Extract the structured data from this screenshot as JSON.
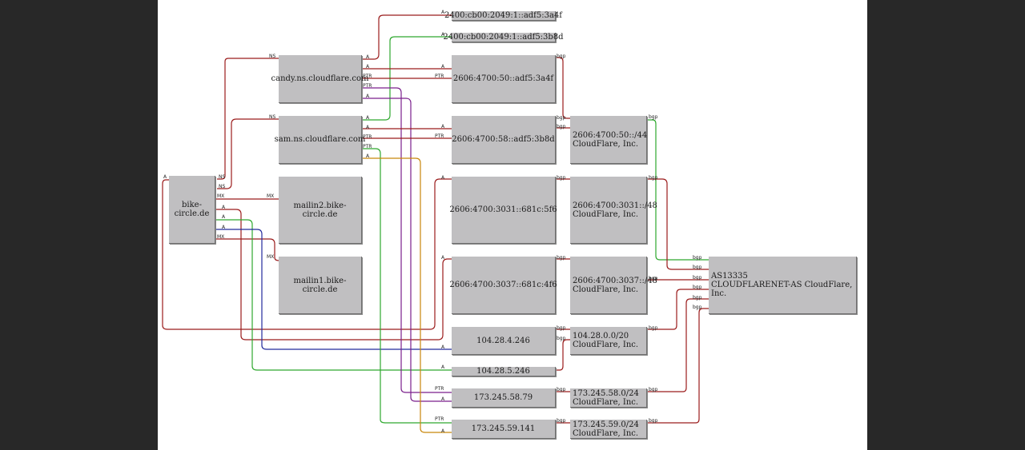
{
  "window": {
    "title": "bike-circle.de"
  },
  "nodes": {
    "bike_circle": "bike-circle.de",
    "candy_ns": "candy.ns.cloudflare.com",
    "sam_ns": "sam.ns.cloudflare.com",
    "mailin2": "mailin2.bike-circle.de",
    "mailin1": "mailin1.bike-circle.de",
    "ipv6_candy_apnic": "2400:cb00:2049:1::adf5:3a4f",
    "ipv6_sam_apnic": "2400:cb00:2049:1::adf5:3b8d",
    "ipv6_candy": "2606:4700:50::adf5:3a4f",
    "ipv6_sam": "2606:4700:58::adf5:3b8d",
    "ipv6_site1": "2606:4700:3031::681c:5f6",
    "ipv6_site2": "2606:4700:3037::681c:4f6",
    "ipv4_site1": "104.28.4.246",
    "ipv4_site2": "104.28.5.246",
    "ipv4_candy": "173.245.58.79",
    "ipv4_sam": "173.245.59.141",
    "net_v6_50": {
      "prefix": "2606:4700:50::/44",
      "org": "CloudFlare, Inc."
    },
    "net_v6_3031": {
      "prefix": "2606:4700:3031::/48",
      "org": "CloudFlare, Inc."
    },
    "net_v6_3037": {
      "prefix": "2606:4700:3037::/48",
      "org": "CloudFlare, Inc."
    },
    "net_v4_104": {
      "prefix": "104.28.0.0/20",
      "org": "CloudFlare, Inc."
    },
    "net_v4_58": {
      "prefix": "173.245.58.0/24",
      "org": "CloudFlare, Inc."
    },
    "net_v4_59": {
      "prefix": "173.245.59.0/24",
      "org": "CloudFlare, Inc."
    },
    "asn": {
      "number": "AS13335",
      "name": "CLOUDFLARENET-AS CloudFlare, Inc."
    }
  },
  "edge_labels": {
    "ns": "NS",
    "a": "A",
    "ptr": "PTR",
    "mx": "MX",
    "bgp": "bgp"
  },
  "colors": {
    "red": "#9b1c1c",
    "green": "#2ea82e",
    "purple": "#7a1f8c",
    "blue": "#232a9c",
    "orange": "#c8860a",
    "node_fill": "#c0bfc1",
    "background": "#282828"
  }
}
